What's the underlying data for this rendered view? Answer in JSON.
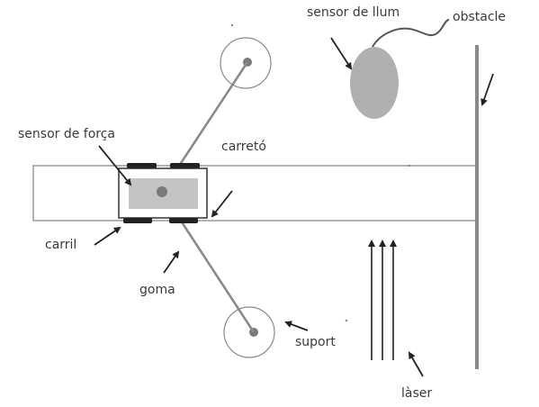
{
  "labels": {
    "light_sensor": "sensor de llum",
    "obstacle": "obstacle",
    "force_sensor": "sensor de força",
    "cart": "carretó",
    "rail": "carril",
    "rubber_band": "goma",
    "support": "suport",
    "laser": "làser"
  },
  "colors": {
    "line": "#8a8a8a",
    "dark": "#333333",
    "sensor_fill": "#b0b0b0",
    "force_fill": "#c4c4c4",
    "text": "#3a3a3a"
  }
}
